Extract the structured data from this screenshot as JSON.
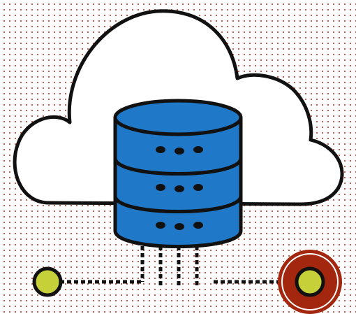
{
  "illustration": {
    "subject": "cloud-database",
    "icons": [
      "cloud-icon",
      "database-icon",
      "connector-node-icon",
      "highlight-ring-icon"
    ],
    "colors": {
      "background_dots": "#c0391b",
      "cloud_fill": "#ffffff",
      "outline": "#111111",
      "database_fill": "#1f78c8",
      "node_fill": "#c6d13a",
      "highlight_fill": "#a3260f",
      "highlight_ring": "#ffffff"
    },
    "database": {
      "tiers": 3,
      "dots_per_tier": 3
    },
    "connector": {
      "nodes": 2,
      "drop_lines": 4
    }
  }
}
